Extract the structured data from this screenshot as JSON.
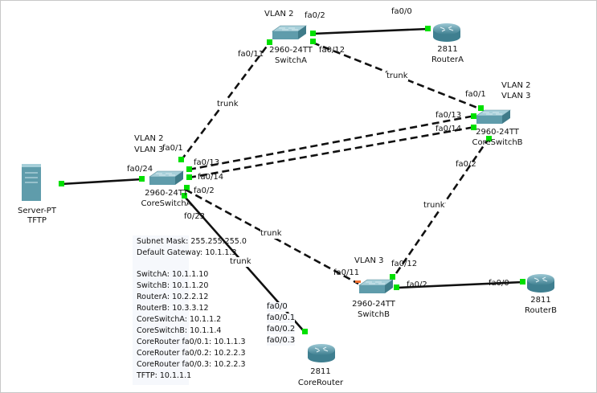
{
  "devices": {
    "server": {
      "model": "Server-PT",
      "name": "TFTP",
      "port": "fa0/24"
    },
    "coreswitcha": {
      "model": "2960-24TT",
      "name": "CoreSwitchA",
      "vlans": [
        "VLAN 2",
        "VLAN 3"
      ],
      "ports": [
        "fa0/1",
        "fa0/13",
        "fa0/14",
        "fa0/2",
        "f0/23",
        "fa0/24"
      ]
    },
    "switcha": {
      "model": "2960-24TT",
      "name": "SwitchA",
      "vlan": "VLAN 2",
      "ports": [
        "fa0/2",
        "fa0/11",
        "fa0/12"
      ]
    },
    "routera": {
      "model": "2811",
      "name": "RouterA",
      "port": "fa0/0"
    },
    "coreswitchb": {
      "model": "2960-24TT",
      "name": "CoreSwitchB",
      "vlans": [
        "VLAN 2",
        "VLAN 3"
      ],
      "ports": [
        "fa0/1",
        "fa0/13",
        "fa0/14",
        "fa0/2"
      ]
    },
    "switchb": {
      "model": "2960-24TT",
      "name": "SwitchB",
      "vlan": "VLAN 3",
      "ports": [
        "fa0/12",
        "fa0/11",
        "fa0/2"
      ]
    },
    "routerb": {
      "model": "2811",
      "name": "RouterB",
      "port": "fa0/0"
    },
    "corerouter": {
      "model": "2811",
      "name": "CoreRouter",
      "ports": [
        "fa0/0",
        "fa0/0.1",
        "fa0/0.2",
        "fa0/0.3"
      ]
    }
  },
  "link_label": "trunk",
  "info": [
    "Subnet Mask: 255.255.255.0",
    "Default Gateway: 10.1.1.3",
    "",
    "SwitchA: 10.1.1.10",
    "SwitchB: 10.1.1.20",
    "RouterA: 10.2.2.12",
    "RouterB: 10.3.3.12",
    "CoreSwitchA: 10.1.1.2",
    "CoreSwitchB: 10.1.1.4",
    "CoreRouter fa0/0.1: 10.1.1.3",
    "CoreRouter fa0/0.2: 10.2.2.3",
    "CoreRouter fa0/0.3: 10.2.2.3",
    "TFTP: 10.1.1.1"
  ],
  "colors": {
    "link_up": "#00e000",
    "device": "#5a9aaa",
    "link_down": "#f07030"
  }
}
